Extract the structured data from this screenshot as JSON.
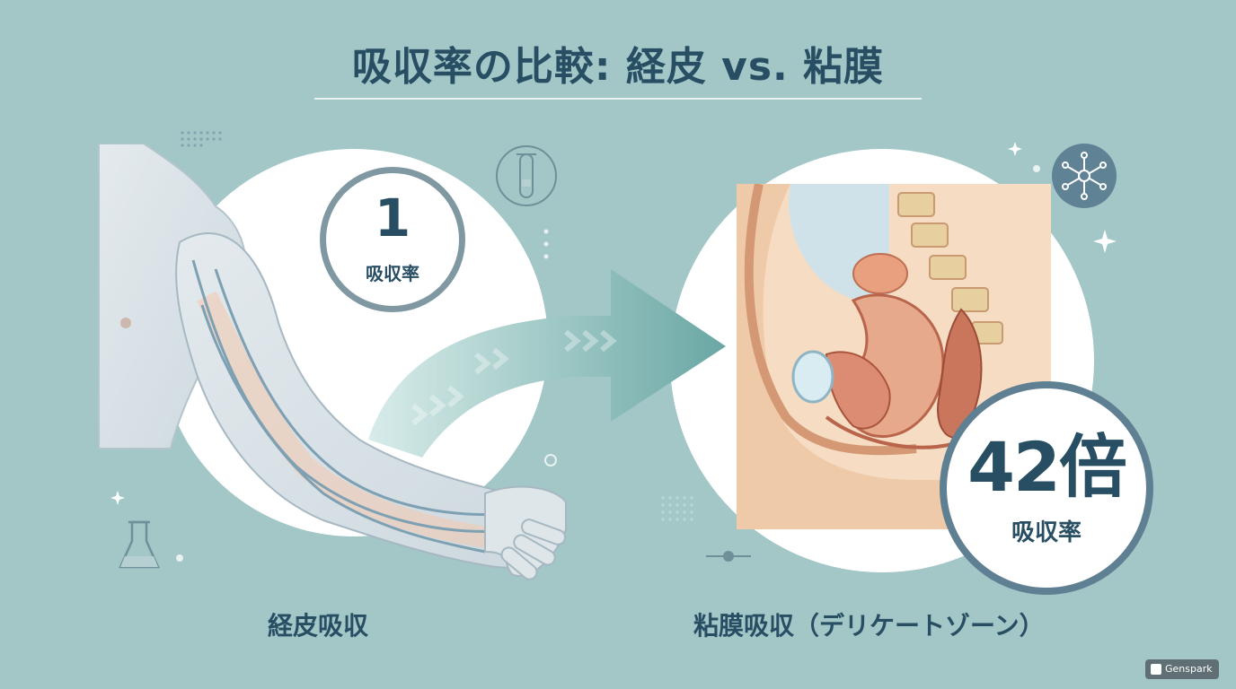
{
  "title": "吸収率の比較: 経皮 vs. 粘膜",
  "left_panel": {
    "rate_value": "1",
    "rate_label": "吸収率",
    "caption": "経皮吸収",
    "illustration": "arm-skin-anatomy"
  },
  "right_panel": {
    "rate_value": "42倍",
    "rate_label": "吸収率",
    "caption": "粘膜吸収（デリケートゾーン）",
    "illustration": "pelvic-cross-section"
  },
  "watermark": "Genspark",
  "colors": {
    "background": "#a3c6c7",
    "title": "#284e64",
    "arrow": "#6aa7a4",
    "badge_ring_left": "#7f98a2",
    "badge_ring_right": "#5f7f93"
  },
  "icons": [
    "test-tube-icon",
    "flask-icon",
    "molecule-icon",
    "sparkle-icon",
    "dot-grid-icon"
  ]
}
